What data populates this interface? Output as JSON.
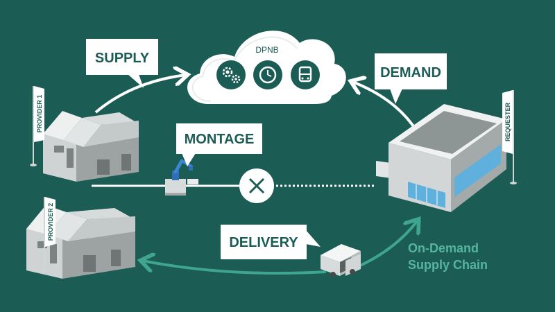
{
  "cloud": {
    "title": "DPNB",
    "icons": [
      "gears-icon",
      "clock-icon",
      "bus-icon"
    ]
  },
  "callouts": {
    "supply": "SUPPLY",
    "demand": "DEMAND",
    "montage": "MONTAGE",
    "delivery": "DELIVERY"
  },
  "flags": {
    "provider1": "PROVIDER 1",
    "provider2": "PROVIDER 2",
    "requester": "REQUESTER"
  },
  "caption": {
    "line1": "On-Demand",
    "line2": "Supply Chain"
  },
  "colors": {
    "background": "#1b5c55",
    "arc": "#ffffff",
    "delivery_arc": "#3fa58e",
    "caption": "#56b59f",
    "callout_text": "#1b5c55",
    "cross": "#1b5c55",
    "glass": "#5fb0dc"
  }
}
